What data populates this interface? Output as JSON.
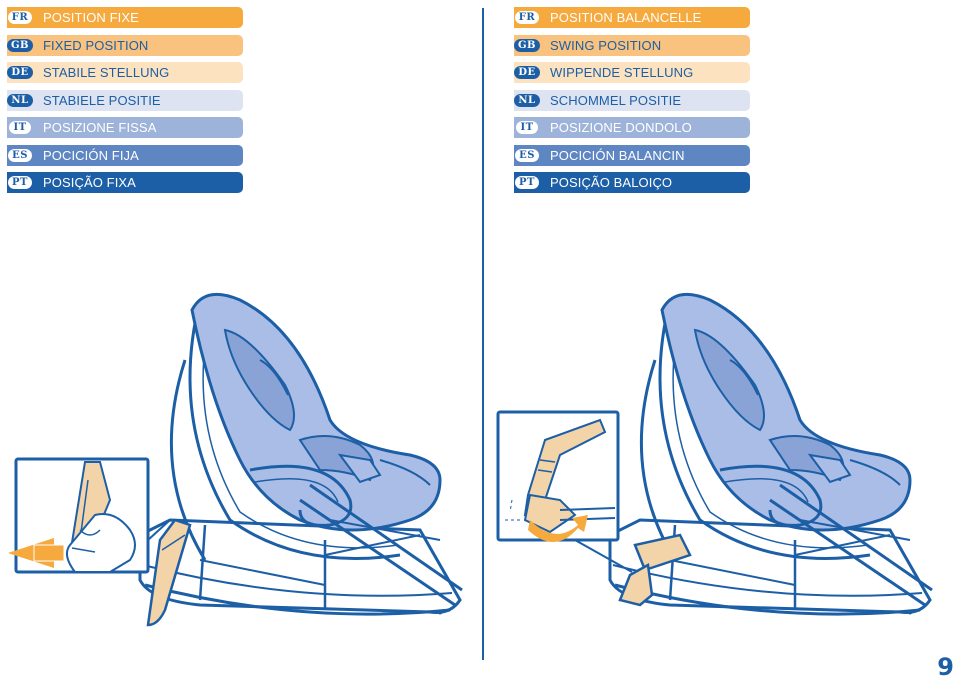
{
  "left_panel": {
    "items": [
      {
        "code": "FR",
        "label": "POSITION FIXE",
        "bg": "#f6a93c",
        "fg": "#ffffff"
      },
      {
        "code": "GB",
        "label": "FIXED POSITION",
        "bg": "#f9c27e",
        "fg": "#1d5fa6"
      },
      {
        "code": "DE",
        "label": "STABILE STELLUNG",
        "bg": "#fde2c0",
        "fg": "#1d5fa6"
      },
      {
        "code": "NL",
        "label": "STABIELE POSITIE",
        "bg": "#dde3f1",
        "fg": "#1d5fa6"
      },
      {
        "code": "IT",
        "label": "POSIZIONE FISSA",
        "bg": "#9eb3d9",
        "fg": "#ffffff"
      },
      {
        "code": "ES",
        "label": "POCICIÓN FIJA",
        "bg": "#5d86c3",
        "fg": "#ffffff"
      },
      {
        "code": "PT",
        "label": "POSIÇÃO FIXA",
        "bg": "#1d5fa6",
        "fg": "#ffffff"
      }
    ]
  },
  "right_panel": {
    "items": [
      {
        "code": "FR",
        "label": "POSITION BALANCELLE",
        "bg": "#f6a93c",
        "fg": "#ffffff"
      },
      {
        "code": "GB",
        "label": "SWING POSITION",
        "bg": "#f9c27e",
        "fg": "#1d5fa6"
      },
      {
        "code": "DE",
        "label": "WIPPENDE STELLUNG",
        "bg": "#fde2c0",
        "fg": "#1d5fa6"
      },
      {
        "code": "NL",
        "label": "SCHOMMEL POSITIE",
        "bg": "#dde3f1",
        "fg": "#1d5fa6"
      },
      {
        "code": "IT",
        "label": "POSIZIONE DONDOLO",
        "bg": "#9eb3d9",
        "fg": "#ffffff"
      },
      {
        "code": "ES",
        "label": "POCICIÓN BALANCIN",
        "bg": "#5d86c3",
        "fg": "#ffffff"
      },
      {
        "code": "PT",
        "label": "POSIÇÃO BALOIÇO",
        "bg": "#1d5fa6",
        "fg": "#ffffff"
      }
    ]
  },
  "page_number": "9",
  "colors": {
    "primary_blue": "#1d5fa6",
    "seat_blue": "#a9bde6",
    "seat_dark": "#8aa3d6",
    "accent_orange": "#f6a93c",
    "tan": "#f3d3a8"
  }
}
